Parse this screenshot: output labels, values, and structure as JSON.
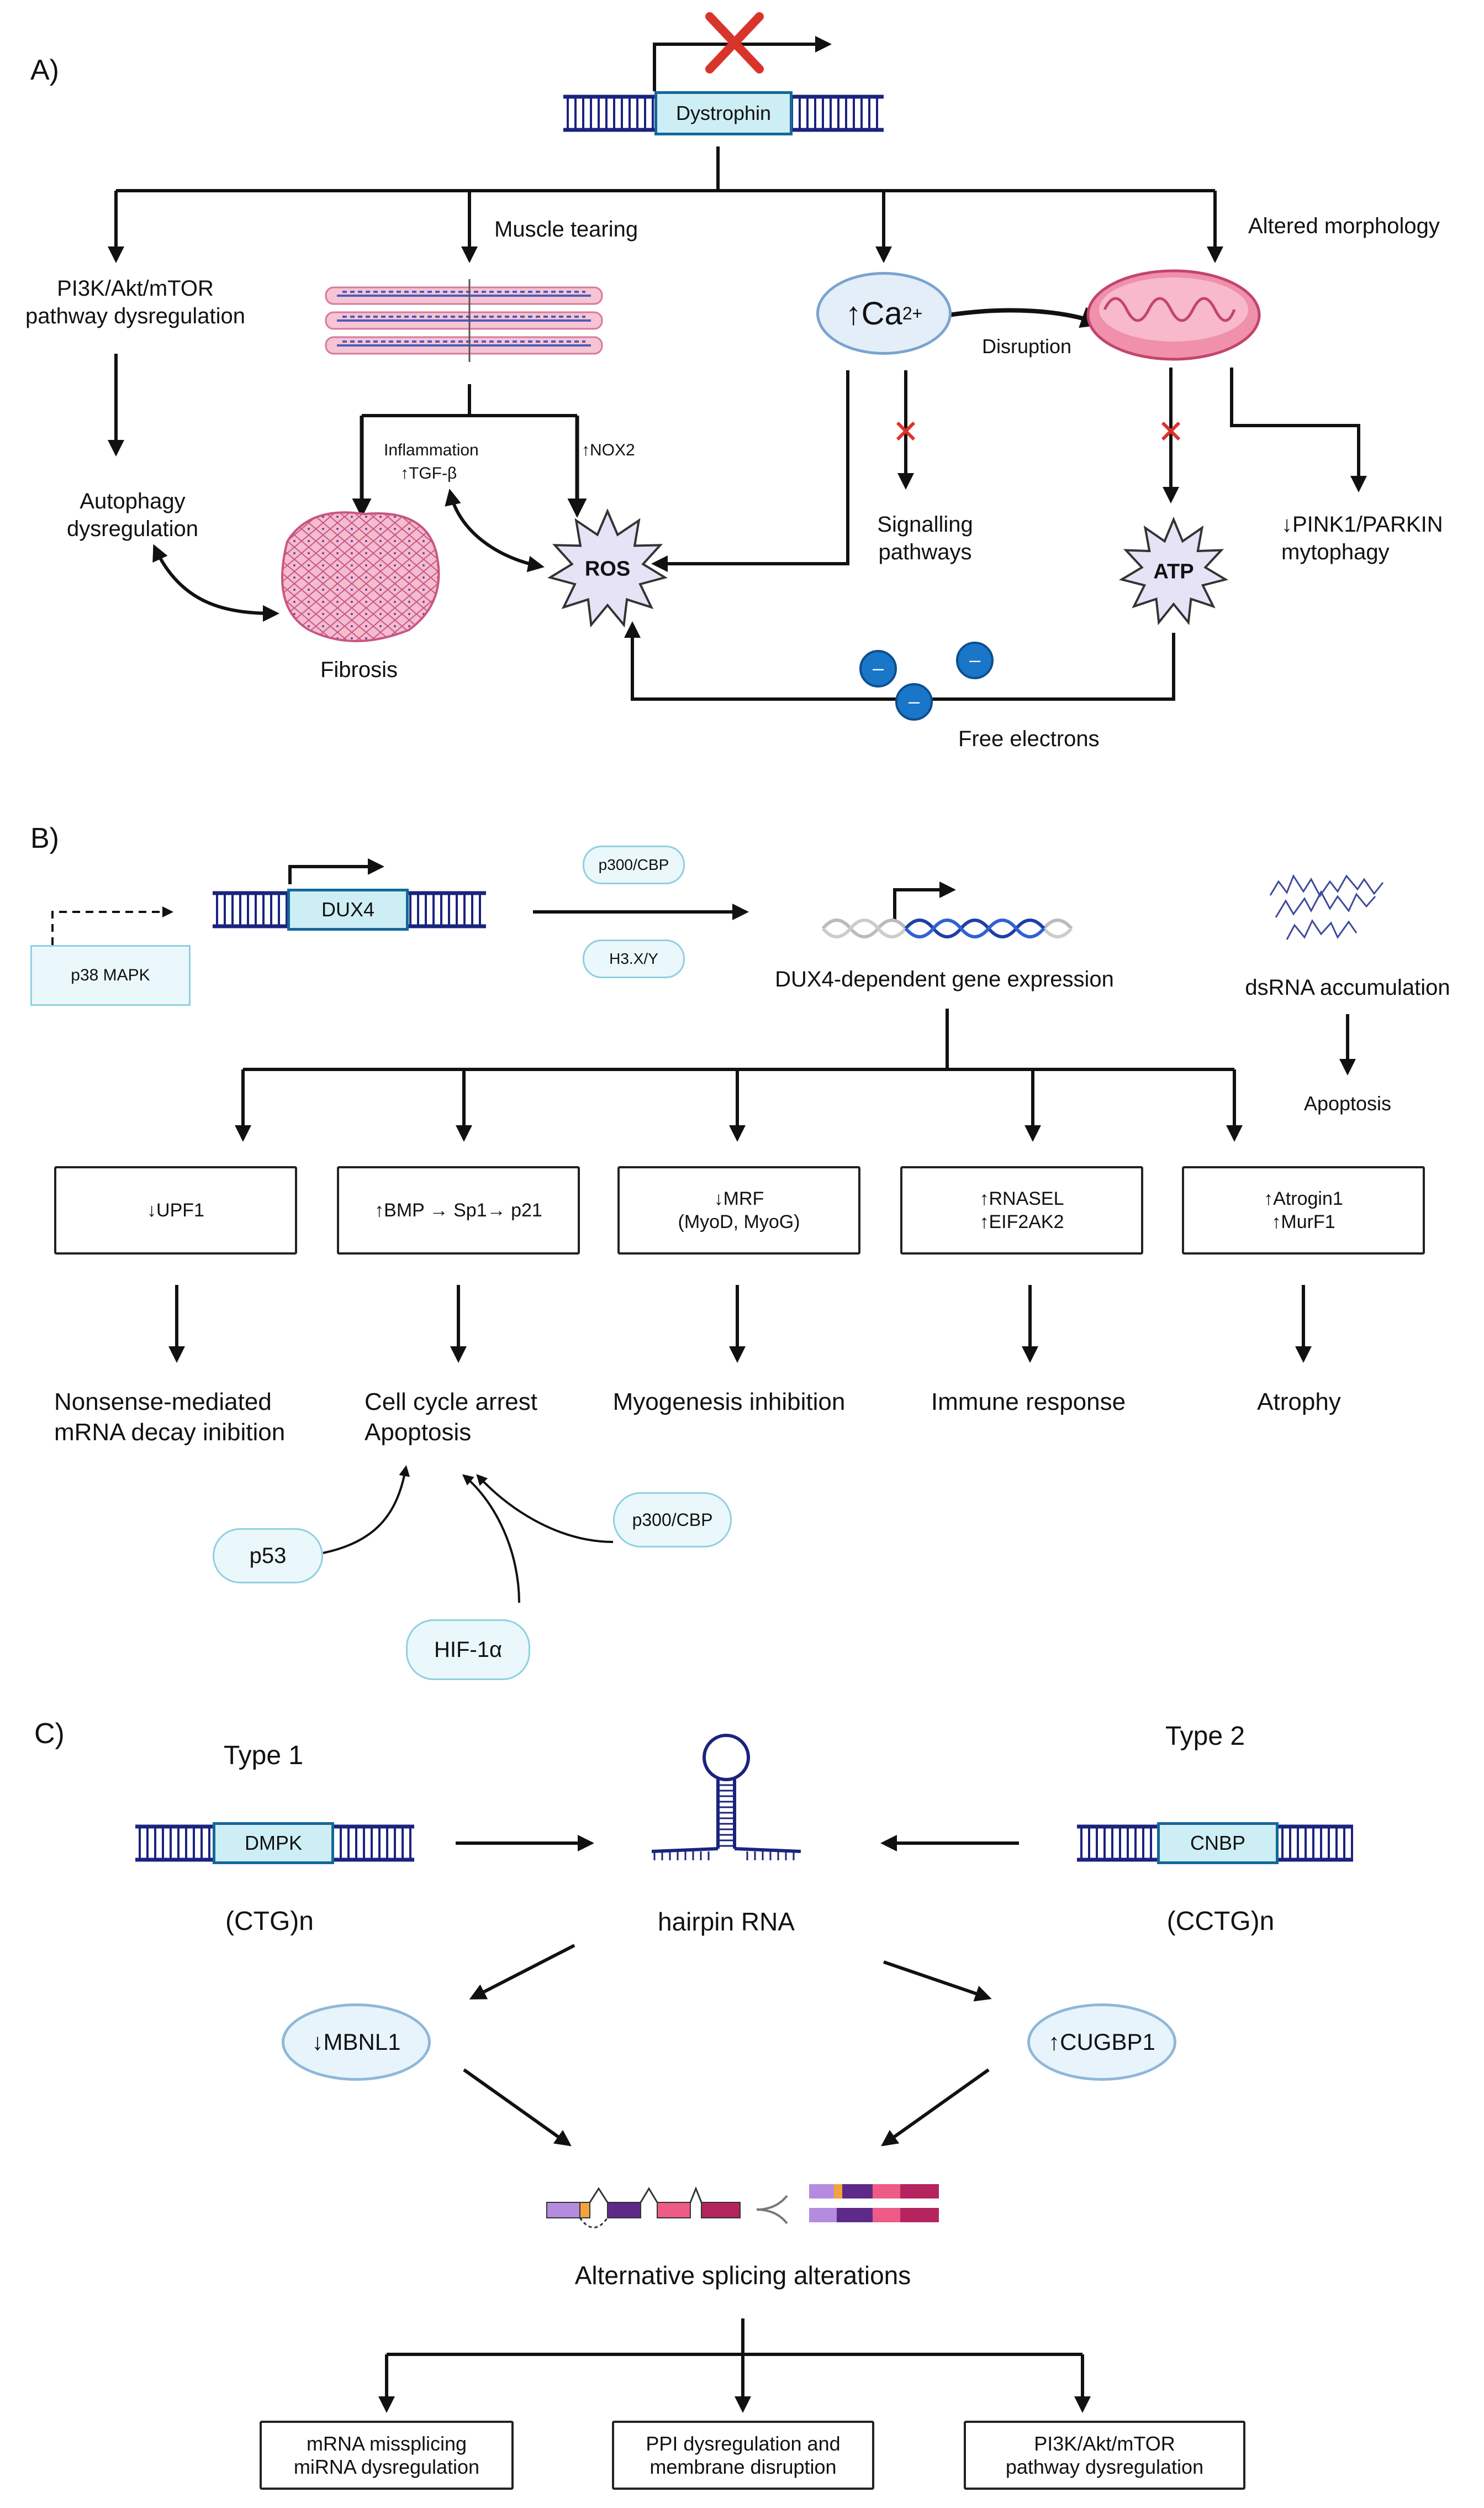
{
  "panels": {
    "a": "A)",
    "b": "B)",
    "c": "C)"
  },
  "section_a": {
    "gene": "Dystrophin",
    "muscle_tearing": "Muscle tearing",
    "altered_morphology": "Altered morphology",
    "pi3k": [
      "PI3K/Akt/mTOR",
      "pathway dysregulation"
    ],
    "ca_prefix": "↑Ca",
    "ca_sup": "2+",
    "disruption": "Disruption",
    "inflammation": "Inflammation",
    "tgfb": "↑TGF-β",
    "nox2": "↑NOX2",
    "autophagy": [
      "Autophagy",
      "dysregulation"
    ],
    "fibrosis": "Fibrosis",
    "ros": "ROS",
    "signalling": [
      "Signalling",
      "pathways"
    ],
    "atp": "ATP",
    "pink1": [
      "↓PINK1/PARKIN",
      "mytophagy"
    ],
    "electron_sign": "–",
    "free_electrons": "Free electrons"
  },
  "section_b": {
    "gene": "DUX4",
    "p38": "p38 MAPK",
    "p300": "p300/CBP",
    "h3": "H3.X/Y",
    "dux4_expression": "DUX4-dependent gene expression",
    "dsrna": "dsRNA accumulation",
    "apoptosis": "Apoptosis",
    "boxes": [
      [
        "↓UPF1"
      ],
      [
        "↑BMP → Sp1→ p21"
      ],
      [
        "↓MRF",
        "(MyoD, MyoG)"
      ],
      [
        "↑RNASEL",
        "↑EIF2AK2"
      ],
      [
        "↑Atrogin1",
        "↑MurF1"
      ]
    ],
    "outcomes": [
      [
        "Nonsense-mediated",
        "mRNA decay inibition"
      ],
      [
        "Cell cycle arrest",
        "Apoptosis"
      ],
      [
        "Myogenesis inhibition"
      ],
      [
        "Immune response"
      ],
      [
        "Atrophy"
      ]
    ],
    "p53": "p53",
    "hif": "HIF-1α",
    "p300_b": "p300/CBP"
  },
  "section_c": {
    "type1": "Type 1",
    "type2": "Type 2",
    "dmpk": "DMPK",
    "cnbp": "CNBP",
    "ctg": "(CTG)n",
    "cctg": "(CCTG)n",
    "hairpin": "hairpin RNA",
    "mbnl1": "↓MBNL1",
    "cugbp1": "↑CUGBP1",
    "splicing": "Alternative splicing alterations",
    "boxes": [
      [
        "mRNA missplicing",
        "miRNA dysregulation"
      ],
      [
        "PPI dysregulation and",
        "membrane disruption"
      ],
      [
        "PI3K/Akt/mTOR",
        "pathway dysregulation"
      ]
    ]
  },
  "colors": {
    "accent": "#14689a",
    "dna": "#1a237e",
    "pill": "#eaf8fb",
    "cross": "#d9342b"
  }
}
